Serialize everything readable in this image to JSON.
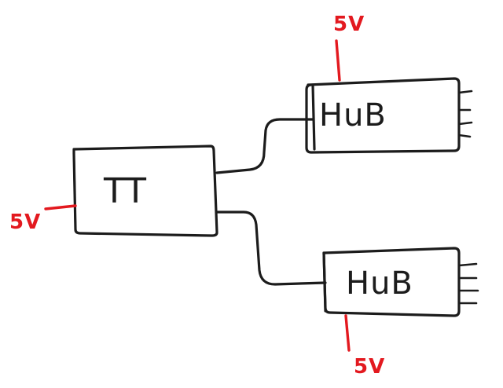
{
  "diagram": {
    "nodes": {
      "source": {
        "label": "TT"
      },
      "hub_top": {
        "label": "HuB"
      },
      "hub_bottom": {
        "label": "HuB"
      }
    },
    "power": {
      "left": "5V",
      "top": "5V",
      "bottom": "5V"
    },
    "colors": {
      "ink": "#1c1c1c",
      "power": "#e3191f"
    }
  }
}
